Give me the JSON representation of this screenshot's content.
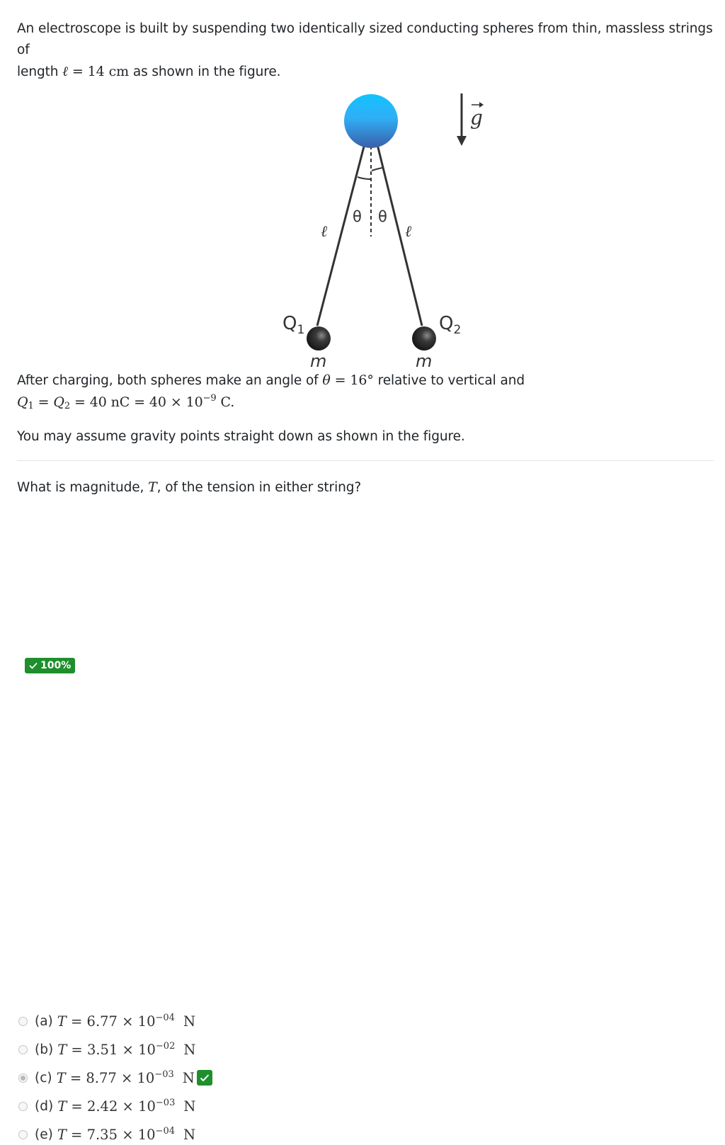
{
  "problem": {
    "intro_text_1": "An electroscope is built by suspending two identically sized conducting spheres from thin, massless strings of",
    "intro_text_2": "length",
    "intro_math_var": "ℓ",
    "intro_math_eq": " = 14 cm",
    "intro_text_3": " as shown in the figure.",
    "after_text_1": "After charging, both spheres make an angle of ",
    "after_math_theta": "θ",
    "after_math_eq": " = 16°",
    "after_text_2": " relative to vertical and",
    "charge_math_q1": "Q",
    "charge_math_q1_sub": "1",
    "charge_math_eq1": " = ",
    "charge_math_q2": "Q",
    "charge_math_q2_sub": "2",
    "charge_math_rest": " = 40 nC = 40 × 10",
    "charge_math_exp": "−9",
    "charge_math_end": " C.",
    "gravity_text": "You may assume gravity points straight down as shown in the figure.",
    "question_text_1": "What is magnitude, ",
    "question_var": "T",
    "question_text_2": ", of the tension in either string?"
  },
  "figure": {
    "label_left_length": "ℓ",
    "label_right_length": "ℓ",
    "label_theta_left": "θ",
    "label_theta_right": "θ",
    "label_q1": "Q",
    "label_q1_sub": "1",
    "label_q2": "Q",
    "label_q2_sub": "2",
    "label_m_left": "m",
    "label_m_right": "m",
    "label_gravity": "g",
    "colors": {
      "top_sphere": "#2aa8f0",
      "ball": "#2b2b2b",
      "string": "#333333"
    }
  },
  "options": [
    {
      "letter": "(a)",
      "var": "T",
      "eq": " = 6.77 × 10",
      "exp": "−04",
      "unit": "N",
      "selected": false,
      "correct": false
    },
    {
      "letter": "(b)",
      "var": "T",
      "eq": " = 3.51 × 10",
      "exp": "−02",
      "unit": "N",
      "selected": false,
      "correct": false
    },
    {
      "letter": "(c)",
      "var": "T",
      "eq": " = 8.77 × 10",
      "exp": "−03",
      "unit": "N",
      "selected": true,
      "correct": true
    },
    {
      "letter": "(d)",
      "var": "T",
      "eq": " = 2.42 × 10",
      "exp": "−03",
      "unit": "N",
      "selected": false,
      "correct": false
    },
    {
      "letter": "(e)",
      "var": "T",
      "eq": " = 7.35 × 10",
      "exp": "−04",
      "unit": "N",
      "selected": false,
      "correct": false
    }
  ],
  "score": {
    "label": "100%",
    "color": "#1e8f2c"
  }
}
